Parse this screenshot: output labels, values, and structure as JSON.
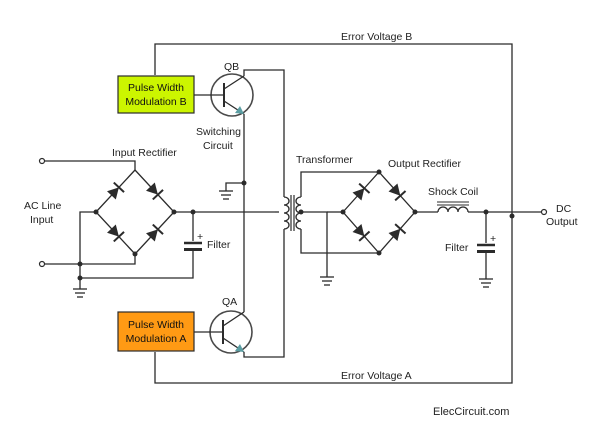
{
  "labels": {
    "error_voltage_b": "Error Voltage B",
    "error_voltage_a": "Error Voltage A",
    "qb": "QB",
    "qa": "QA",
    "switching_line1": "Switching",
    "switching_line2": "Circuit",
    "input_rectifier": "Input Rectifier",
    "ac_line_1": "AC Line",
    "ac_line_2": "Input",
    "filter_in": "Filter",
    "filter_out": "Filter",
    "transformer": "Transformer",
    "output_rectifier": "Output Rectifier",
    "shock_coil": "Shock Coil",
    "dc_1": "DC",
    "dc_2": "Output",
    "watermark": "ElecCircuit.com",
    "cap_plus": "+"
  },
  "pwm_b": {
    "line1": "Pulse Width",
    "line2": "Modulation B",
    "color": "#ccf500"
  },
  "pwm_a": {
    "line1": "Pulse Width",
    "line2": "Modulation A",
    "color": "#ff9a14"
  },
  "colors": {
    "wire": "#2b2b2b",
    "transistor_circle": "#4a4a4a",
    "emitter_arrow": "#5b9ea3"
  }
}
